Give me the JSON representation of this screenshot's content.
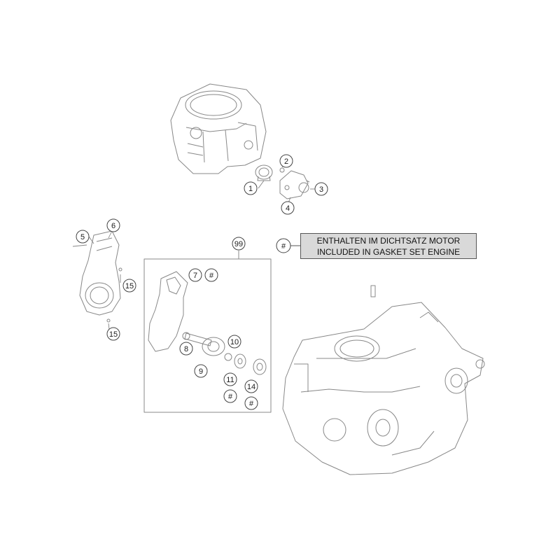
{
  "callouts": [
    {
      "id": "1"
    },
    {
      "id": "2"
    },
    {
      "id": "3"
    },
    {
      "id": "4"
    },
    {
      "id": "5"
    },
    {
      "id": "6"
    },
    {
      "id": "7"
    },
    {
      "id": "8"
    },
    {
      "id": "9"
    },
    {
      "id": "10"
    },
    {
      "id": "11"
    },
    {
      "id": "14"
    },
    {
      "id": "15"
    },
    {
      "id": "99"
    },
    {
      "id": "#"
    }
  ],
  "legend": {
    "marker": "#",
    "line1": "ENTHALTEN IM DICHTSATZ MOTOR",
    "line2": "INCLUDED IN GASKET SET ENGINE"
  }
}
